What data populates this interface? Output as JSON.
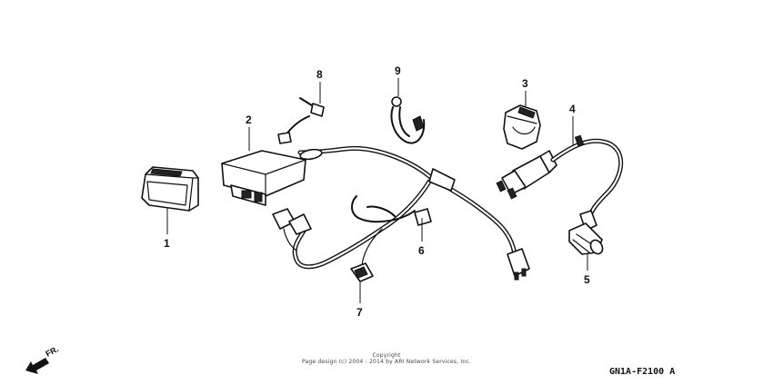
{
  "callouts": [
    {
      "id": "1",
      "label": "1"
    },
    {
      "id": "2",
      "label": "2"
    },
    {
      "id": "3",
      "label": "3"
    },
    {
      "id": "4",
      "label": "4"
    },
    {
      "id": "5",
      "label": "5"
    },
    {
      "id": "6",
      "label": "6"
    },
    {
      "id": "7",
      "label": "7"
    },
    {
      "id": "8",
      "label": "8"
    },
    {
      "id": "9",
      "label": "9"
    }
  ],
  "front_indicator": {
    "label": "FR.",
    "icon": "front-arrow-icon"
  },
  "footer": {
    "copyright_line1": "Copyright",
    "copyright_line2": "Page design (c) 2004 - 2014 by ARI Network Services, Inc.",
    "diagram_code": "GN1A-F2100 A"
  }
}
